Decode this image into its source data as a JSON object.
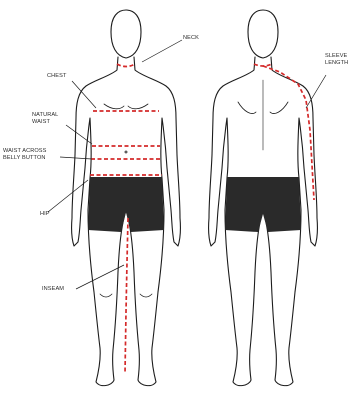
{
  "labels": {
    "neck": "NECK",
    "chest": "CHEST",
    "natural_waist": "NATURAL\nWAIST",
    "waist_belly": "WAIST ACROSS\nBELLY BUTTON",
    "hip": "HIP",
    "inseam": "INSEAM",
    "sleeve_length": "SLEEVE\nLENGTH"
  },
  "colors": {
    "outline": "#1c1c1c",
    "measure": "#d42a2a",
    "shorts": "#2a2a2a",
    "leader": "#1c1c1c"
  }
}
